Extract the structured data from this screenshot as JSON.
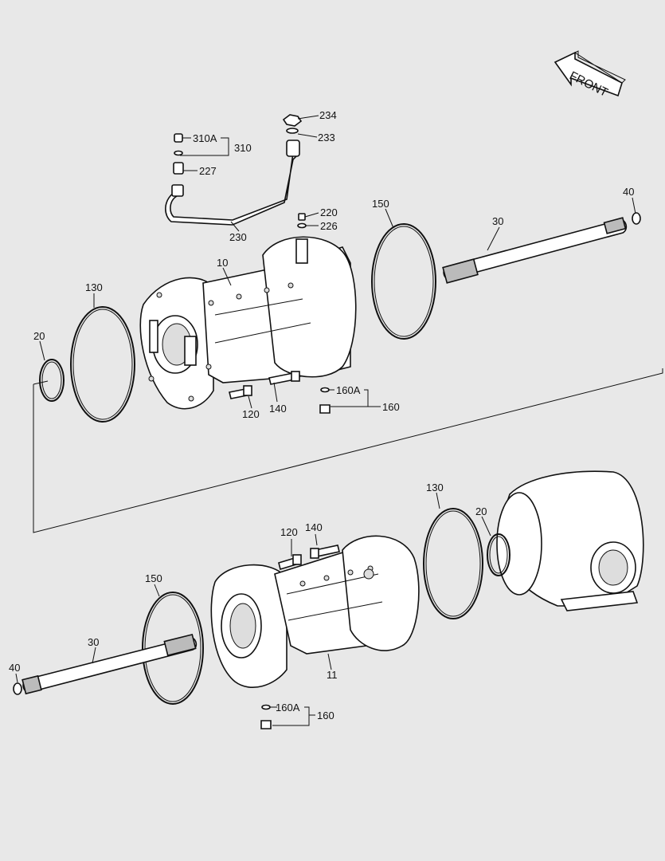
{
  "front_arrow": {
    "text": "FRONT"
  },
  "callouts": {
    "c234": "234",
    "c233": "233",
    "c310A": "310A",
    "c310": "310",
    "c227": "227",
    "c230": "230",
    "c220": "220",
    "c226": "226",
    "c150_top": "150",
    "c30_top": "30",
    "c40_top": "40",
    "c10": "10",
    "c130_top": "130",
    "c20_top": "20",
    "c160A_top": "160A",
    "c160_top": "160",
    "c120_top": "120",
    "c140_top": "140",
    "c130_bot": "130",
    "c20_bot": "20",
    "c120_bot": "120",
    "c140_bot": "140",
    "c150_bot": "150",
    "c30_bot": "30",
    "c40_bot": "40",
    "c11": "11",
    "c160A_bot": "160A",
    "c160_bot": "160"
  }
}
